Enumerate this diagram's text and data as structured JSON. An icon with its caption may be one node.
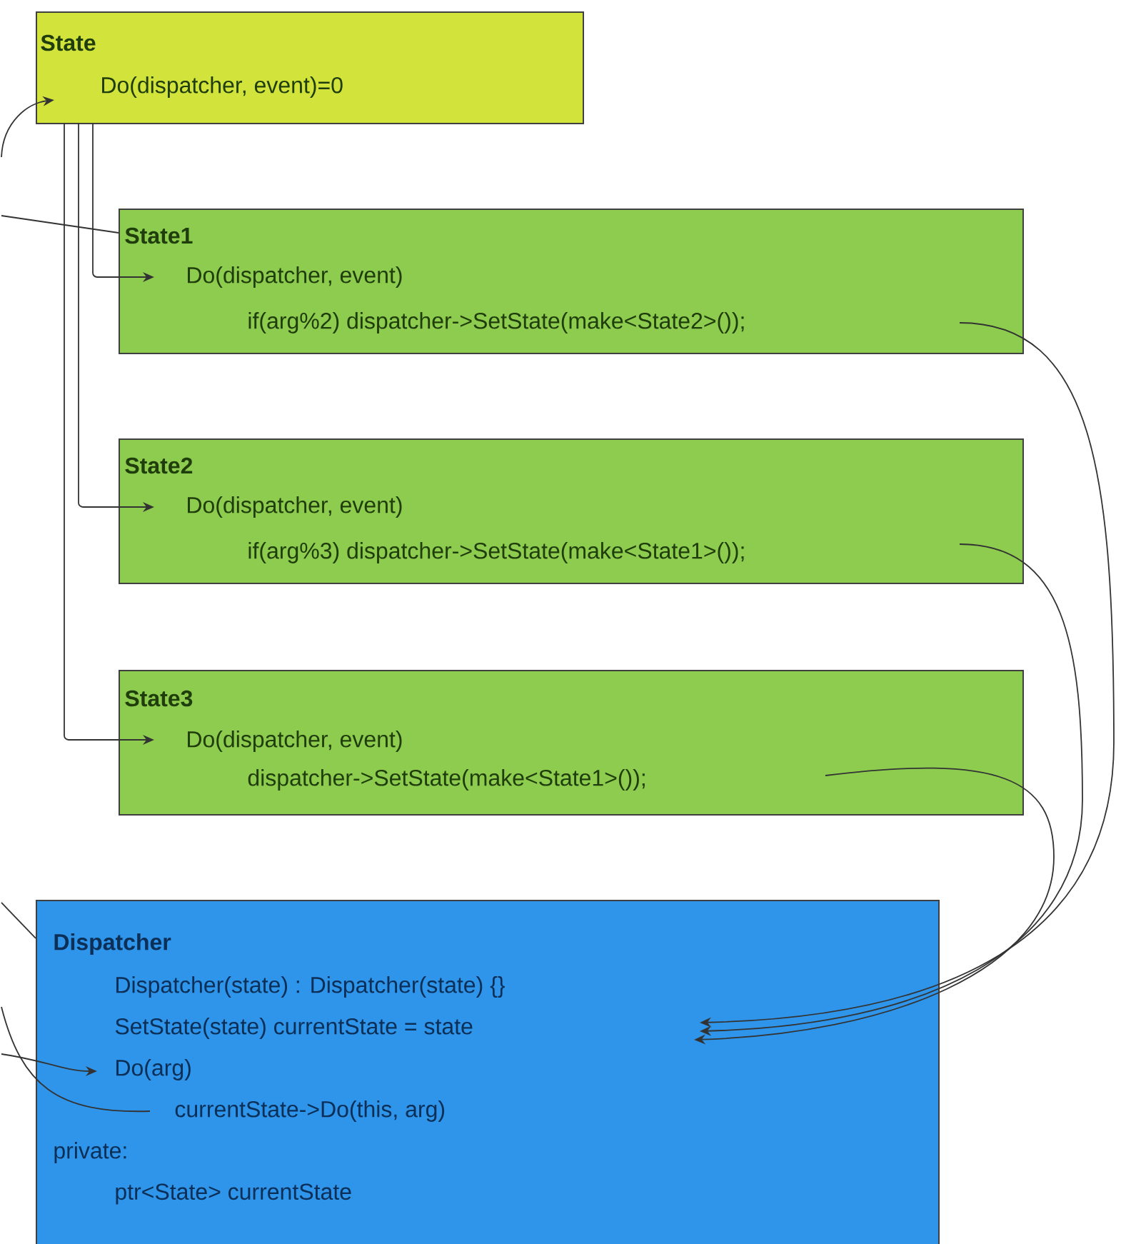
{
  "diagram": {
    "nodes": [
      {
        "text": [
          "State",
          "Do(dispatcher, event)=0"
        ]
      },
      {
        "text": [
          "State1",
          "Do(dispatcher, event)",
          "if(arg%2) dispatcher->SetState(make<State2>());"
        ]
      },
      {
        "text": [
          "State2",
          "Do(dispatcher, event)",
          "if(arg%3) dispatcher->SetState(make<State1>());"
        ]
      },
      {
        "text": [
          "State3",
          "Do(dispatcher, event)",
          "dispatcher->SetState(make<State1>());"
        ]
      },
      {
        "text": [
          "Dispatcher",
          "Dispatcher(state) : Dispatcher(state) {}",
          "SetState(state) currentState = state",
          "Do(arg)",
          "currentState->Do(this, arg)",
          "private:",
          "ptr<State> currentState"
        ]
      }
    ],
    "edges": [
      {
        "from": 0,
        "to": 1,
        "arrow": "to"
      },
      {
        "from": 0,
        "to": 2,
        "arrow": "to"
      },
      {
        "from": 0,
        "to": 3,
        "arrow": "to"
      },
      {
        "from": 1,
        "to": 4,
        "arrow": "to"
      },
      {
        "from": 2,
        "to": 4,
        "arrow": "to"
      },
      {
        "from": 3,
        "to": 4,
        "arrow": "to"
      },
      {
        "from": null,
        "to": 0,
        "arrow": "to"
      },
      {
        "from": 1,
        "to": null,
        "arrow": "none"
      },
      {
        "from": 4,
        "to": null,
        "arrow": "none"
      },
      {
        "from": null,
        "to": 4,
        "arrow": "to"
      },
      {
        "from": 4,
        "to": null,
        "arrow": "none"
      }
    ]
  }
}
